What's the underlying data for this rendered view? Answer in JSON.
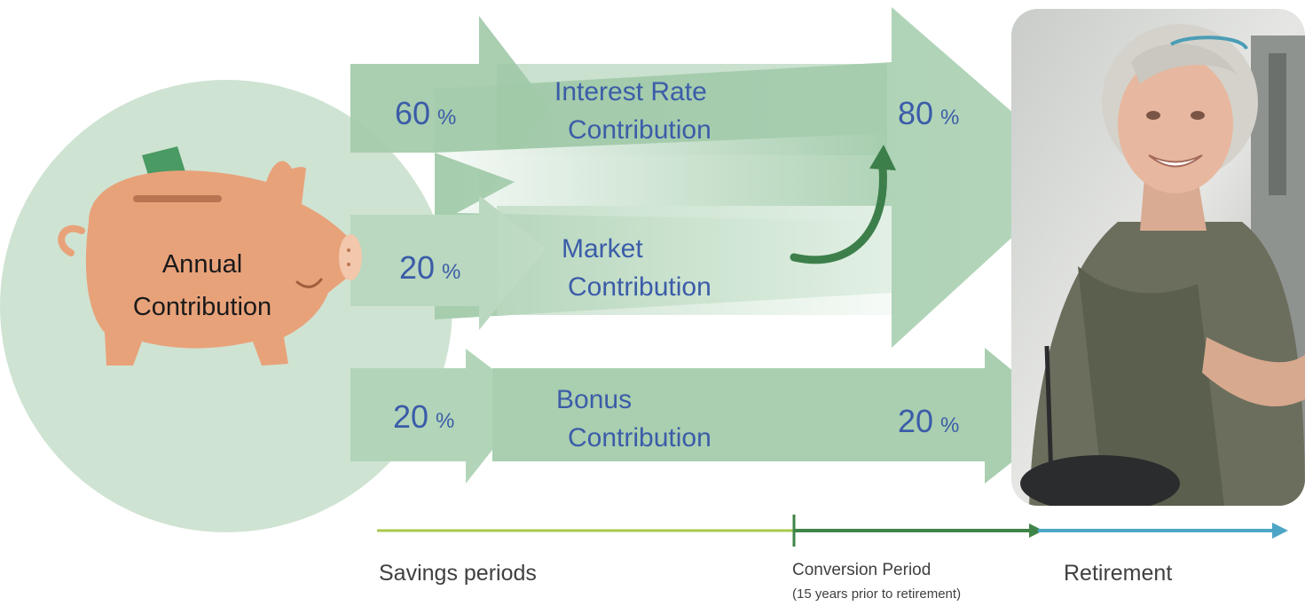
{
  "source": {
    "label_line1": "Annual",
    "label_line2": "Contribution",
    "icon": "piggy-bank-icon"
  },
  "streams": [
    {
      "id": "interest",
      "in_pct": "60",
      "label_line1": "Interest Rate",
      "label_line2": "Contribution",
      "out_pct": "80"
    },
    {
      "id": "market",
      "in_pct": "20",
      "label_line1": "Market",
      "label_line2": "Contribution"
    },
    {
      "id": "bonus",
      "in_pct": "20",
      "label_line1": "Bonus",
      "label_line2": "Contribution",
      "out_pct": "20"
    }
  ],
  "percent_sign": "%",
  "timeline": {
    "savings_label": "Savings periods",
    "conversion_label": "Conversion Period",
    "conversion_note": "(15 years prior to retirement)",
    "retirement_label": "Retirement"
  },
  "colors": {
    "circle": "#cfe3d2",
    "arrow": "#a9cfb0",
    "text_blue": "#3b5ca8",
    "piggy": "#e8a27a",
    "bill": "#4a9a63",
    "timeline_savings": "#a8c84a",
    "timeline_conversion": "#3f8448",
    "timeline_retirement": "#4ea6c6"
  }
}
